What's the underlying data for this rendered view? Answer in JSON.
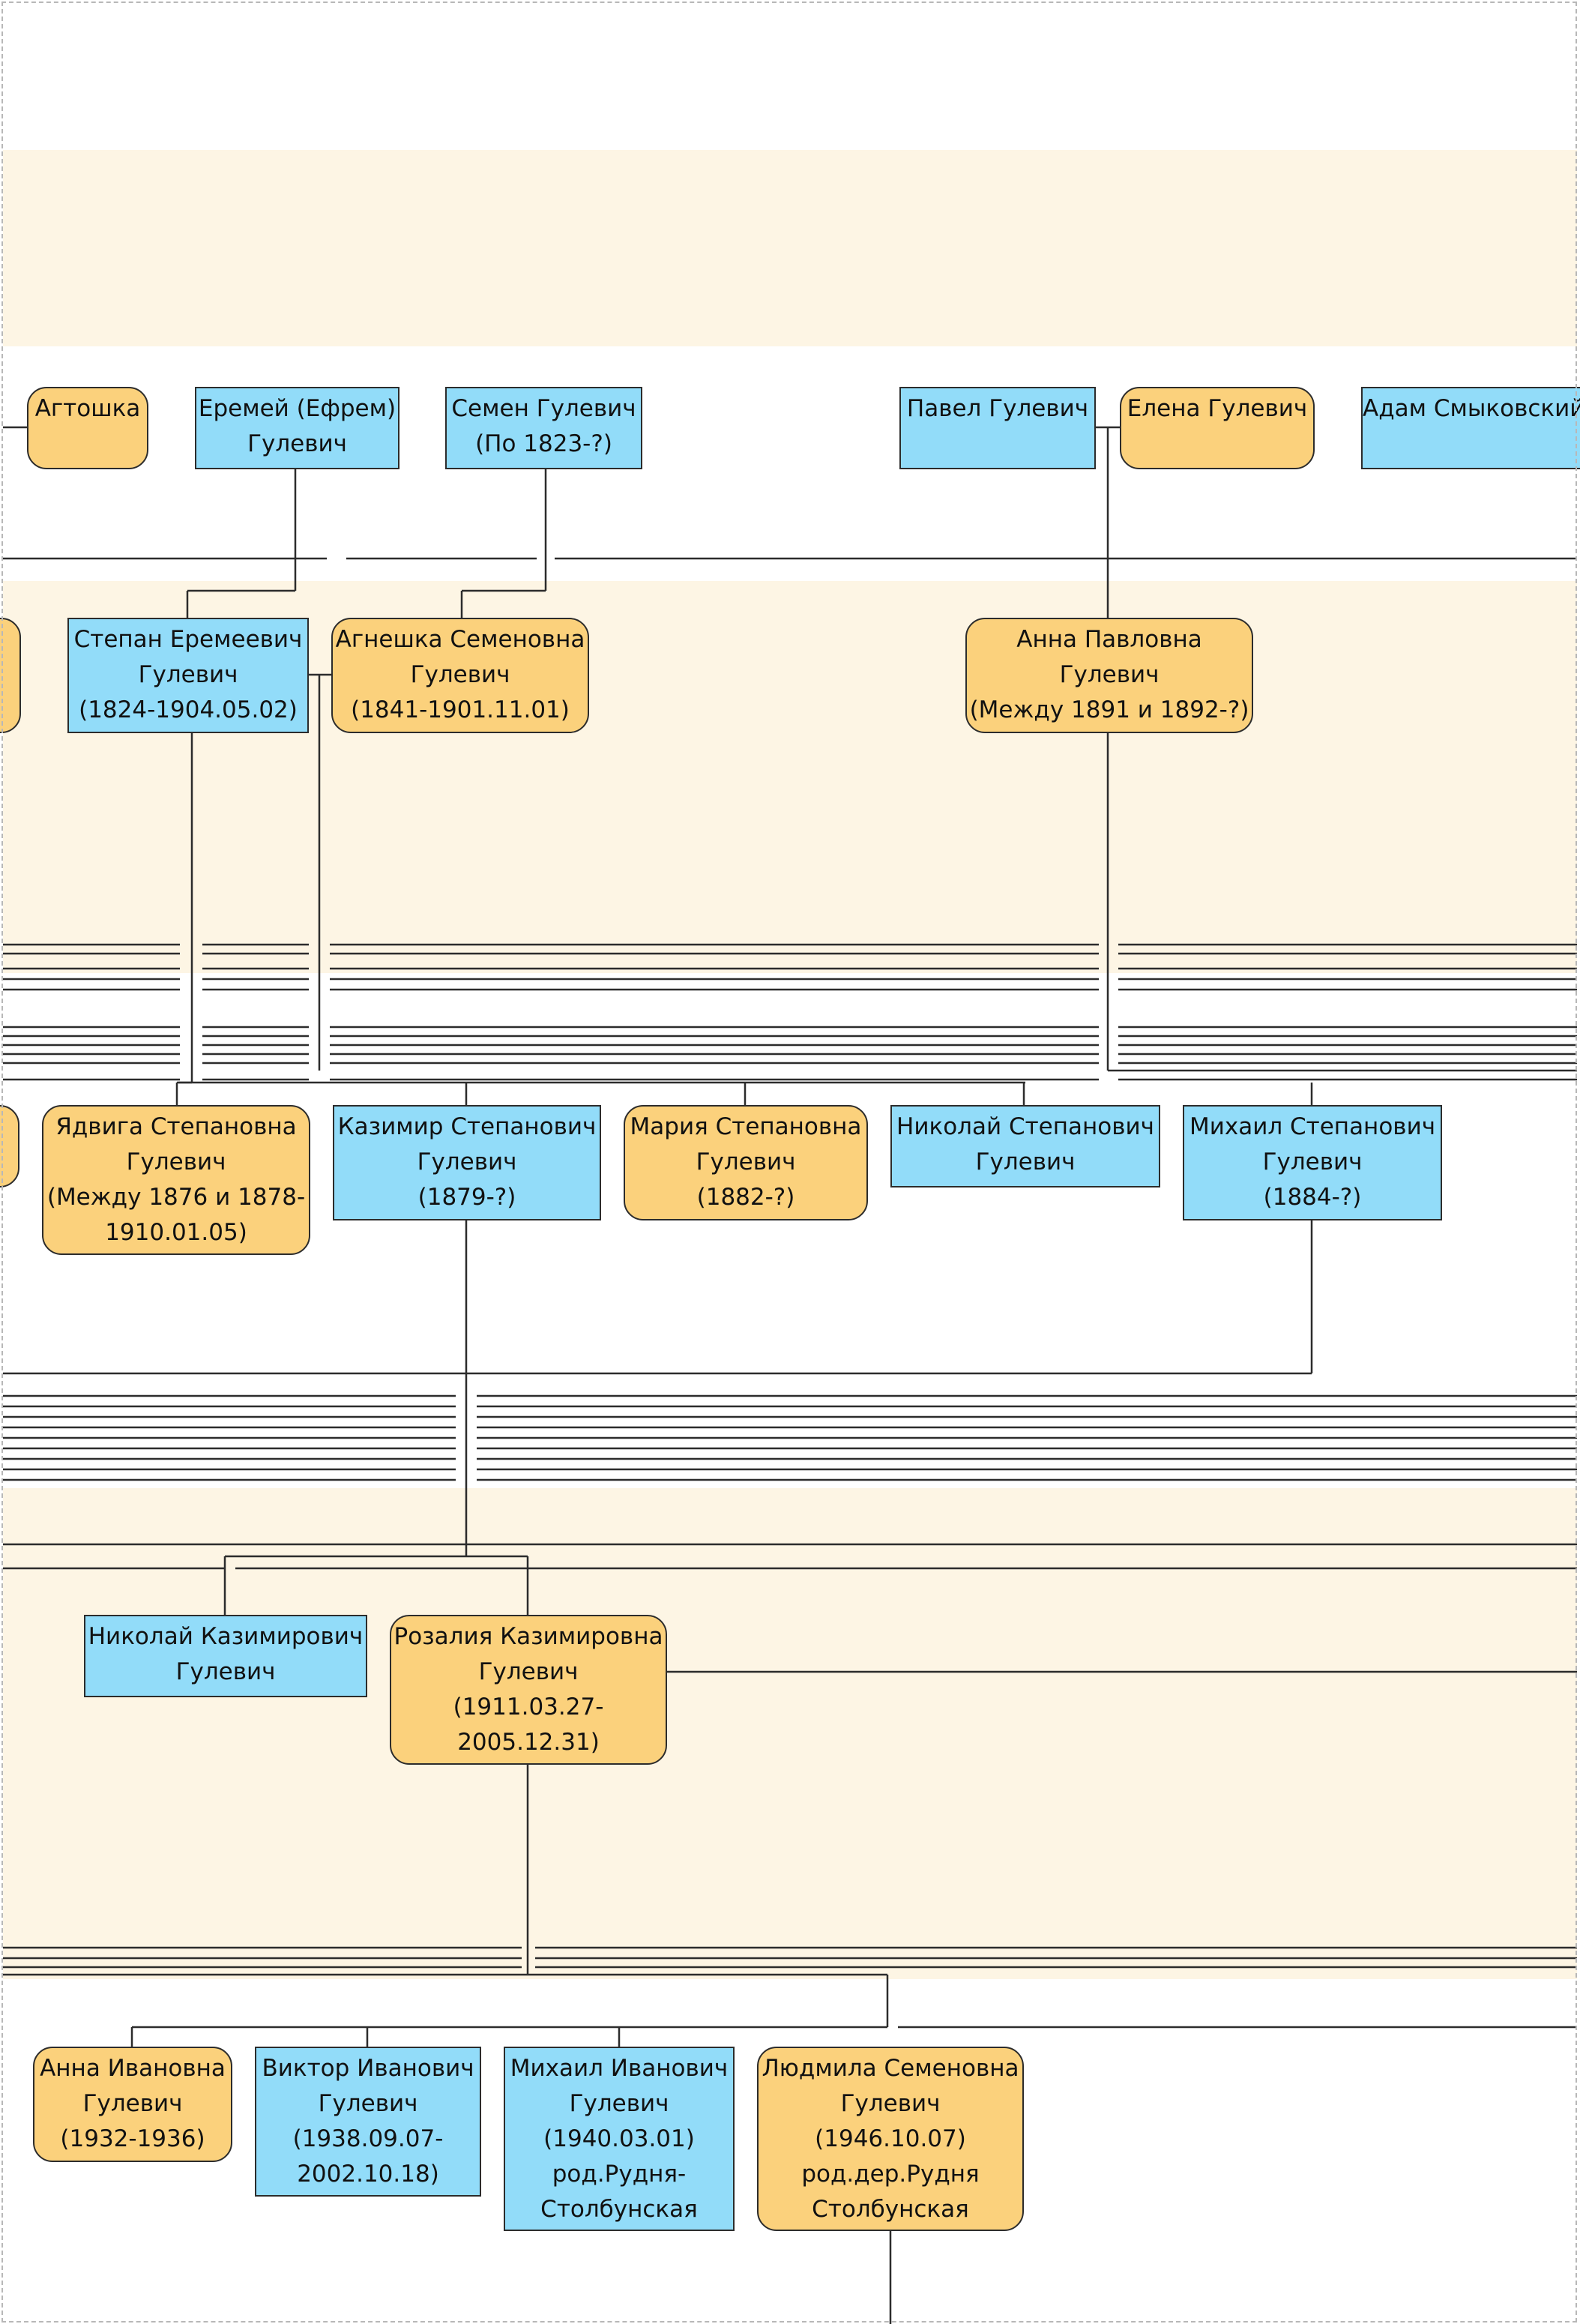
{
  "colors": {
    "male": "#92dcf9",
    "female": "#fbd17c",
    "band": "#fdf5e4",
    "line": "#2c2c2c"
  },
  "people": [
    {
      "id": "agtoshka",
      "sex": "female",
      "lines": [
        "Агтошка"
      ]
    },
    {
      "id": "eremey",
      "sex": "male",
      "lines": [
        "Еремей (Ефрем)",
        "Гулевич"
      ]
    },
    {
      "id": "semen",
      "sex": "male",
      "lines": [
        "Семен Гулевич",
        "(По 1823-?)"
      ]
    },
    {
      "id": "pavel",
      "sex": "male",
      "lines": [
        "Павел Гулевич"
      ]
    },
    {
      "id": "elena",
      "sex": "female",
      "lines": [
        "Елена Гулевич"
      ]
    },
    {
      "id": "adam",
      "sex": "male",
      "lines": [
        "Адам Смыковский"
      ]
    },
    {
      "id": "left-stub-1",
      "sex": "female",
      "lines": []
    },
    {
      "id": "stepan",
      "sex": "male",
      "lines": [
        "Степан Еремеевич",
        "Гулевич",
        "(1824-1904.05.02)"
      ]
    },
    {
      "id": "agneshka",
      "sex": "female",
      "lines": [
        "Агнешка Семеновна",
        "Гулевич",
        "(1841-1901.11.01)"
      ]
    },
    {
      "id": "anna-pavlovna",
      "sex": "female",
      "lines": [
        "Анна Павловна",
        "Гулевич",
        "(Между 1891 и 1892-?)"
      ]
    },
    {
      "id": "left-stub-2",
      "sex": "female",
      "lines": []
    },
    {
      "id": "yadviga",
      "sex": "female",
      "lines": [
        "Ядвига Степановна",
        "Гулевич",
        "(Между 1876 и 1878-",
        "1910.01.05)"
      ]
    },
    {
      "id": "kazimir",
      "sex": "male",
      "lines": [
        "Казимир Степанович",
        "Гулевич",
        "(1879-?)"
      ]
    },
    {
      "id": "maria",
      "sex": "female",
      "lines": [
        "Мария Степановна",
        "Гулевич",
        "(1882-?)"
      ]
    },
    {
      "id": "nikolay-st",
      "sex": "male",
      "lines": [
        "Николай Степанович",
        "Гулевич"
      ]
    },
    {
      "id": "mikhail-st",
      "sex": "male",
      "lines": [
        "Михаил Степанович",
        "Гулевич",
        "(1884-?)"
      ]
    },
    {
      "id": "nikolay-kaz",
      "sex": "male",
      "lines": [
        "Николай Казимирович",
        "Гулевич"
      ]
    },
    {
      "id": "rozalia",
      "sex": "female",
      "lines": [
        "Розалия Казимировна",
        "Гулевич",
        "(1911.03.27-",
        "2005.12.31)"
      ]
    },
    {
      "id": "anna-iv",
      "sex": "female",
      "lines": [
        "Анна Ивановна",
        "Гулевич",
        "(1932-1936)"
      ]
    },
    {
      "id": "viktor",
      "sex": "male",
      "lines": [
        "Виктор Иванович",
        "Гулевич",
        "(1938.09.07-",
        "2002.10.18)"
      ]
    },
    {
      "id": "mikhail-iv",
      "sex": "male",
      "lines": [
        "Михаил Иванович",
        "Гулевич",
        "(1940.03.01)",
        "род.Рудня-",
        "Столбунская"
      ]
    },
    {
      "id": "ludmila",
      "sex": "female",
      "lines": [
        "Людмила Семеновна",
        "Гулевич",
        "(1946.10.07)",
        "род.дер.Рудня",
        "Столбунская"
      ]
    }
  ]
}
